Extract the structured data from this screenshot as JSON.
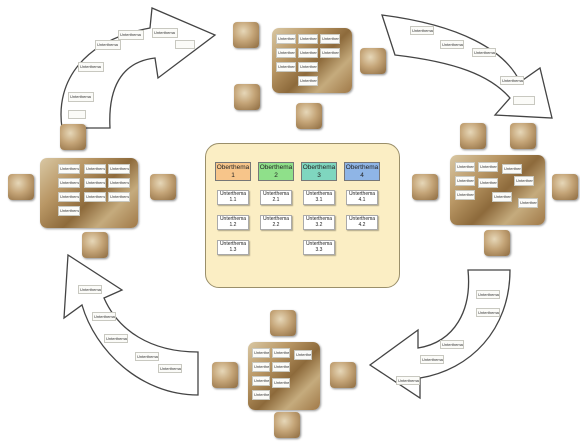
{
  "center": {
    "columns": [
      {
        "title": "Oberthema 1",
        "color": "#f7c58a",
        "items": [
          "Unterthema 1.1",
          "Unterthema 1.2",
          "Unterthema 1.3"
        ]
      },
      {
        "title": "Oberthema 2",
        "color": "#8fe08a",
        "items": [
          "Unterthema 2.1",
          "Unterthema 2.2"
        ]
      },
      {
        "title": "Oberthema 3",
        "color": "#7fd6bf",
        "items": [
          "Unterthema 3.1",
          "Unterthema 3.2",
          "Unterthema 3.3"
        ]
      },
      {
        "title": "Oberthema 4",
        "color": "#8fb5e6",
        "items": [
          "Unterthema 4.1",
          "Unterthema 4.2"
        ]
      }
    ]
  },
  "card_label": "Unterthema",
  "arrows": [
    "top-left-arrow",
    "top-right-arrow",
    "bottom-right-arrow",
    "bottom-left-arrow"
  ],
  "colors": {
    "center_fill": "#fbeec4",
    "arrow_fill": "#ffffff",
    "arrow_stroke": "#444444"
  }
}
